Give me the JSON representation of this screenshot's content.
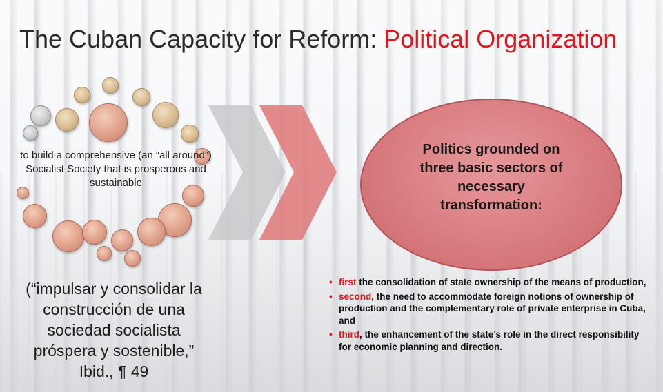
{
  "slide": {
    "title_main": "The Cuban Capacity for Reform: ",
    "title_accent": "Political Organization",
    "accent_color": "#e8141b"
  },
  "left": {
    "circle_text": "to build a comprehensive (an “all around”) Socialist Society that is prosperous and sustainable",
    "quote": "(“impulsar y consolidar la construcción de una sociedad socialista próspera y sostenible,” Ibid., ¶ 49"
  },
  "ellipse": {
    "text": "Politics grounded on three basic sectors of necessary transformation:"
  },
  "bullets": [
    {
      "key": "first",
      "rest": " the consolidation of state ownership of the means of production,"
    },
    {
      "key": "second",
      "rest": ", the need to accommodate foreign notions of ownership of production and the complementary role of private enterprise in Cuba, and"
    },
    {
      "key": "third",
      "rest": ", the enhancement of the state’s role in the direct responsibility for economic planning and direction."
    }
  ],
  "icons": {
    "bullet": "bullet-dot-icon",
    "arrows": "chevron-right-icon"
  }
}
